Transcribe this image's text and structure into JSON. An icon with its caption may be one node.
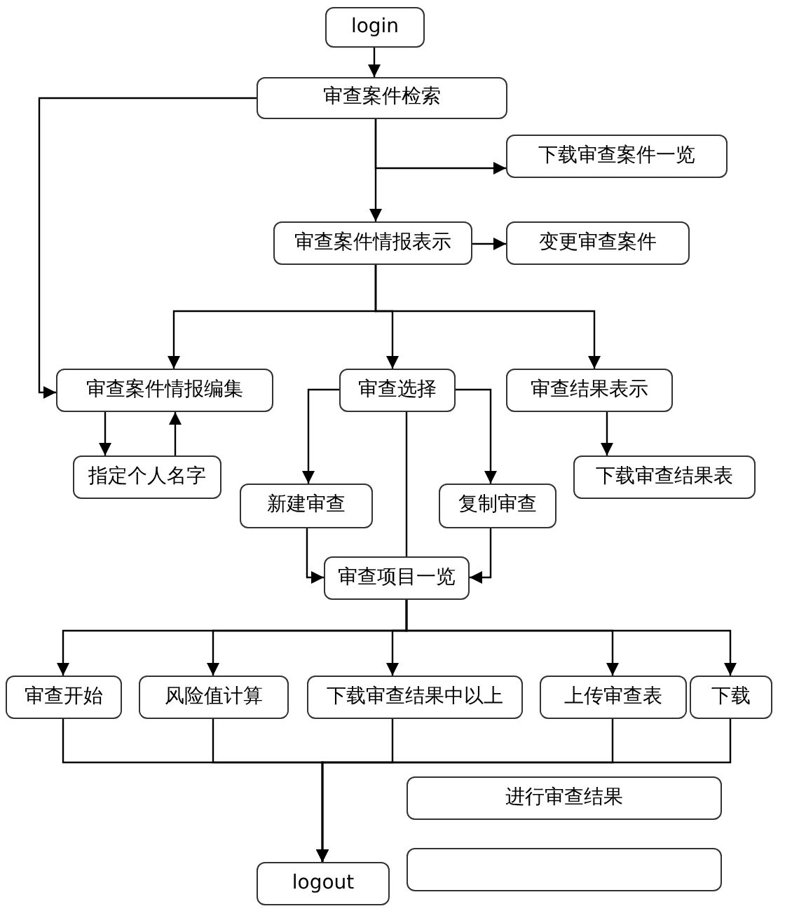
{
  "diagram": {
    "nodes": [
      {
        "text": [
          "login"
        ]
      },
      {
        "text": [
          "审查案件检索"
        ]
      },
      {
        "text": [
          "下载审查案件一览"
        ]
      },
      {
        "text": [
          "审查案件情报表示"
        ]
      },
      {
        "text": [
          "变更审查案件"
        ]
      },
      {
        "text": [
          "审查案件情报编集"
        ]
      },
      {
        "text": [
          "审查选择"
        ]
      },
      {
        "text": [
          "审查结果表示"
        ]
      },
      {
        "text": [
          "指定个人名字"
        ]
      },
      {
        "text": [
          "新建审查"
        ]
      },
      {
        "text": [
          "复制审查"
        ]
      },
      {
        "text": [
          "下载审查结果表"
        ]
      },
      {
        "text": [
          "审查项目一览"
        ]
      },
      {
        "text": [
          "审查开始"
        ]
      },
      {
        "text": [
          "风险值计算"
        ]
      },
      {
        "text": [
          "下载审查结果中以上"
        ]
      },
      {
        "text": [
          "上传审查表"
        ]
      },
      {
        "text": [
          "下载"
        ]
      },
      {
        "text": [
          "进行审查结果"
        ]
      },
      {
        "text": [
          "logout"
        ]
      },
      {
        "text": [],
        "shape": "box"
      }
    ],
    "edges": [
      {
        "from": 0,
        "to": 1,
        "arrow": "to"
      },
      {
        "from": 1,
        "to": 2,
        "arrow": "to"
      },
      {
        "from": 1,
        "to": 3,
        "arrow": "to"
      },
      {
        "from": 3,
        "to": 4,
        "arrow": "to"
      },
      {
        "from": 1,
        "to": 5,
        "arrow": "to"
      },
      {
        "from": 3,
        "to": 5,
        "arrow": "to"
      },
      {
        "from": 3,
        "to": 6,
        "arrow": "to"
      },
      {
        "from": 3,
        "to": 7,
        "arrow": "to"
      },
      {
        "from": 5,
        "to": 8,
        "arrow": "to"
      },
      {
        "from": 8,
        "to": 5,
        "arrow": "to"
      },
      {
        "from": 6,
        "to": 9,
        "arrow": "to"
      },
      {
        "from": 6,
        "to": 10,
        "arrow": "to"
      },
      {
        "from": 6,
        "to": 12,
        "arrow": "none"
      },
      {
        "from": 9,
        "to": 12,
        "arrow": "to"
      },
      {
        "from": 10,
        "to": 12,
        "arrow": "to"
      },
      {
        "from": 7,
        "to": 11,
        "arrow": "to"
      },
      {
        "from": 12,
        "to": 13,
        "arrow": "to"
      },
      {
        "from": 12,
        "to": 14,
        "arrow": "to"
      },
      {
        "from": 12,
        "to": 15,
        "arrow": "to"
      },
      {
        "from": 12,
        "to": 16,
        "arrow": "to"
      },
      {
        "from": 12,
        "to": 17,
        "arrow": "to"
      },
      {
        "from": 13,
        "to": 19,
        "arrow": "to"
      },
      {
        "from": 14,
        "to": 19,
        "arrow": "to"
      },
      {
        "from": 15,
        "to": 19,
        "arrow": "to"
      },
      {
        "from": 16,
        "to": 19,
        "arrow": "to"
      },
      {
        "from": 17,
        "to": 19,
        "arrow": "to"
      }
    ]
  }
}
